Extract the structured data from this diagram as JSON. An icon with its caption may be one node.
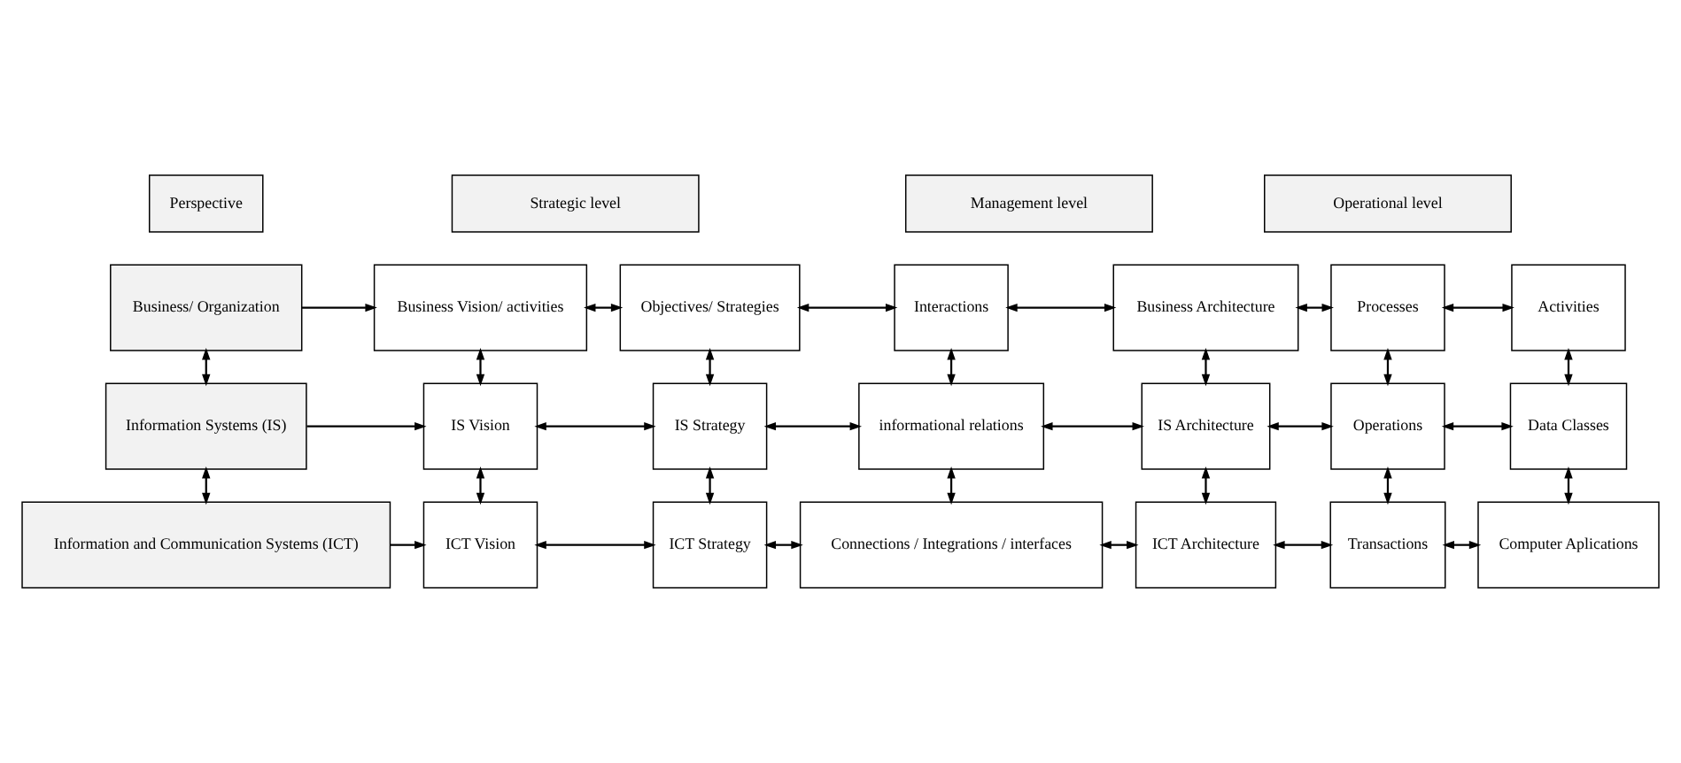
{
  "diagram": {
    "nodes": [
      {
        "text": [
          "Perspective"
        ]
      },
      {
        "text": [
          "Strategic level"
        ]
      },
      {
        "text": [
          "Management level"
        ]
      },
      {
        "text": [
          "Operational level"
        ]
      },
      {
        "text": [
          "Business/ Organization"
        ]
      },
      {
        "text": [
          "Business Vision/ activities"
        ]
      },
      {
        "text": [
          "Objectives/ Strategies"
        ]
      },
      {
        "text": [
          "Interactions"
        ]
      },
      {
        "text": [
          "Business Architecture"
        ]
      },
      {
        "text": [
          "Processes"
        ]
      },
      {
        "text": [
          "Activities"
        ]
      },
      {
        "text": [
          "Information Systems (IS)"
        ]
      },
      {
        "text": [
          "IS Vision"
        ]
      },
      {
        "text": [
          "IS Strategy"
        ]
      },
      {
        "text": [
          "informational relations"
        ]
      },
      {
        "text": [
          "IS Architecture"
        ]
      },
      {
        "text": [
          "Operations"
        ]
      },
      {
        "text": [
          "Data Classes"
        ]
      },
      {
        "text": [
          "Information and Communication Systems (ICT)"
        ]
      },
      {
        "text": [
          "ICT Vision"
        ]
      },
      {
        "text": [
          "ICT Strategy"
        ]
      },
      {
        "text": [
          "Connections / Integrations / interfaces"
        ]
      },
      {
        "text": [
          "ICT Architecture"
        ]
      },
      {
        "text": [
          "Transactions"
        ]
      },
      {
        "text": [
          "Computer Aplications"
        ]
      }
    ],
    "edges": [
      {
        "from": 4,
        "to": 5,
        "arrow": "to"
      },
      {
        "from": 5,
        "to": 6,
        "arrow": "both"
      },
      {
        "from": 6,
        "to": 7,
        "arrow": "both"
      },
      {
        "from": 7,
        "to": 8,
        "arrow": "both"
      },
      {
        "from": 8,
        "to": 9,
        "arrow": "both"
      },
      {
        "from": 9,
        "to": 10,
        "arrow": "both"
      },
      {
        "from": 11,
        "to": 12,
        "arrow": "to"
      },
      {
        "from": 12,
        "to": 13,
        "arrow": "both"
      },
      {
        "from": 13,
        "to": 14,
        "arrow": "both"
      },
      {
        "from": 14,
        "to": 15,
        "arrow": "both"
      },
      {
        "from": 15,
        "to": 16,
        "arrow": "both"
      },
      {
        "from": 16,
        "to": 17,
        "arrow": "both"
      },
      {
        "from": 18,
        "to": 19,
        "arrow": "to"
      },
      {
        "from": 19,
        "to": 20,
        "arrow": "both"
      },
      {
        "from": 20,
        "to": 21,
        "arrow": "both"
      },
      {
        "from": 21,
        "to": 22,
        "arrow": "both"
      },
      {
        "from": 22,
        "to": 23,
        "arrow": "both"
      },
      {
        "from": 23,
        "to": 24,
        "arrow": "both"
      },
      {
        "from": 4,
        "to": 11,
        "arrow": "both"
      },
      {
        "from": 11,
        "to": 18,
        "arrow": "both"
      },
      {
        "from": 5,
        "to": 12,
        "arrow": "both"
      },
      {
        "from": 12,
        "to": 19,
        "arrow": "both"
      },
      {
        "from": 6,
        "to": 13,
        "arrow": "both"
      },
      {
        "from": 13,
        "to": 20,
        "arrow": "both"
      },
      {
        "from": 7,
        "to": 14,
        "arrow": "both"
      },
      {
        "from": 14,
        "to": 21,
        "arrow": "both"
      },
      {
        "from": 8,
        "to": 15,
        "arrow": "both"
      },
      {
        "from": 15,
        "to": 22,
        "arrow": "both"
      },
      {
        "from": 9,
        "to": 16,
        "arrow": "both"
      },
      {
        "from": 16,
        "to": 23,
        "arrow": "both"
      },
      {
        "from": 10,
        "to": 17,
        "arrow": "both"
      },
      {
        "from": 17,
        "to": 24,
        "arrow": "both"
      }
    ]
  }
}
